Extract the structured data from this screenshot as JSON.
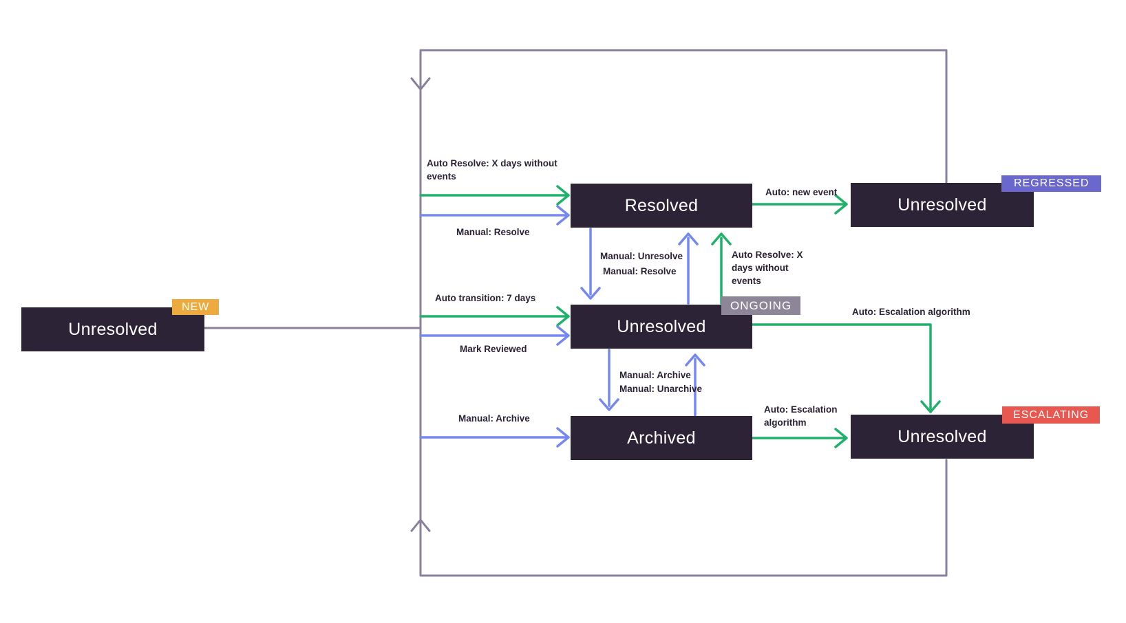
{
  "colors": {
    "background": "#ffffff",
    "node_bg": "#2c2336",
    "node_text": "#ffffff",
    "green": "#1fb06a",
    "blue": "#7487f2",
    "purple": "#8a809c",
    "label_text": "#2b2235",
    "badge_new": "#edaa3e",
    "badge_regressed": "#6a67ce",
    "badge_ongoing": "#8d8698",
    "badge_escalating": "#e85850"
  },
  "nodes": {
    "new": {
      "label": "Unresolved",
      "badge": "NEW"
    },
    "resolved": {
      "label": "Resolved"
    },
    "ongoing": {
      "label": "Unresolved",
      "badge": "ONGOING"
    },
    "archived": {
      "label": "Archived"
    },
    "regressed": {
      "label": "Unresolved",
      "badge": "REGRESSED"
    },
    "escalating": {
      "label": "Unresolved",
      "badge": "ESCALATING"
    }
  },
  "edges": {
    "auto_resolve_left": "Auto Resolve: X days without events",
    "manual_resolve_left": "Manual: Resolve",
    "auto_transition": "Auto transition: 7 days",
    "mark_reviewed": "Mark Reviewed",
    "manual_archive_left": "Manual: Archive",
    "manual_unresolve": "Manual: Unresolve",
    "manual_resolve_mid": "Manual: Resolve",
    "auto_resolve_mid": "Auto Resolve: X days without events",
    "auto_new_event": "Auto: new event",
    "auto_escalation_top": "Auto: Escalation algorithm",
    "manual_archive_mid": "Manual: Archive",
    "manual_unarchive_mid": "Manual: Unarchive",
    "auto_escalation_bottom": "Auto: Escalation algorithm"
  }
}
